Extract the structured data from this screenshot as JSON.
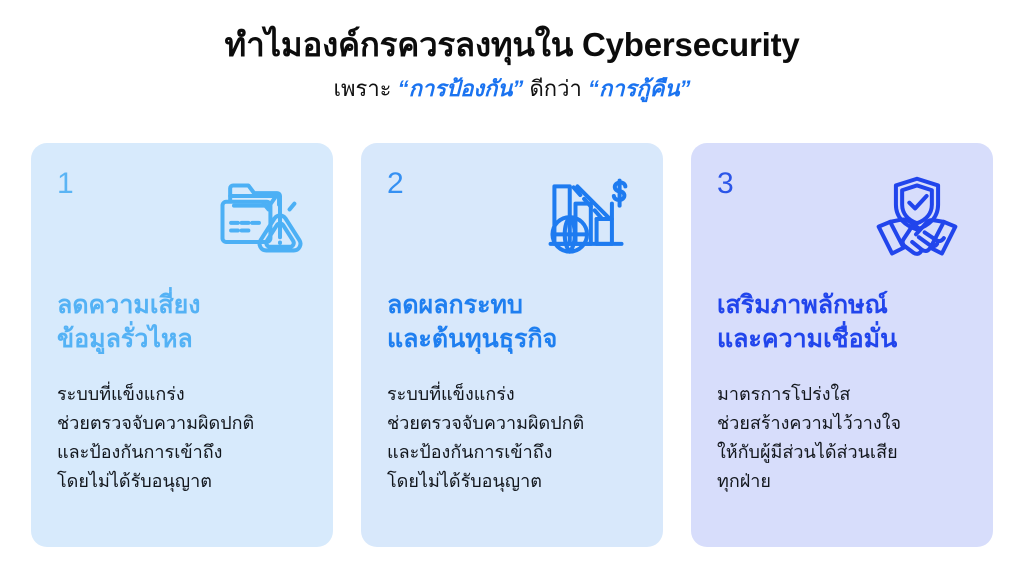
{
  "header": {
    "title": "ทำไมองค์กรควรลงทุนใน Cybersecurity",
    "subtitle_prefix": "เพราะ ",
    "subtitle_quote_1": "“การป้องกัน”",
    "subtitle_middle": " ดีกว่า ",
    "subtitle_quote_2": "“การกู้คืน”"
  },
  "colors": {
    "page_background": "#ffffff",
    "title_text": "#0c0c0c",
    "accent_blue": "#1A73F0",
    "card_1_background": "#d7eafc",
    "card_2_background": "#d8e8fb",
    "card_3_background": "#d7ddfb",
    "card_1_accent": "#54b2f5",
    "card_2_accent": "#1f7ff0",
    "card_3_accent": "#2145ec",
    "body_text": "#12161c"
  },
  "cards": [
    {
      "number": "1",
      "icon": "folder-data-breach-warning-icon",
      "title": "ลดความเสี่ยง\nข้อมูลรั่วไหล",
      "body": "ระบบที่แข็งแกร่ง\nช่วยตรวจจับความผิดปกติ\nและป้องกันการเข้าถึง\nโดยไม่ได้รับอนุญาต"
    },
    {
      "number": "2",
      "icon": "declining-chart-globe-dollar-icon",
      "title": "ลดผลกระทบ\nและต้นทุนธุรกิจ",
      "body": "ระบบที่แข็งแกร่ง\nช่วยตรวจจับความผิดปกติ\nและป้องกันการเข้าถึง\nโดยไม่ได้รับอนุญาต"
    },
    {
      "number": "3",
      "icon": "handshake-shield-check-icon",
      "title": "เสริมภาพลักษณ์\nและความเชื่อมั่น",
      "body": "มาตรการโปร่งใส\nช่วยสร้างความไว้วางใจ\nให้กับผู้มีส่วนได้ส่วนเสีย\nทุกฝ่าย"
    }
  ]
}
